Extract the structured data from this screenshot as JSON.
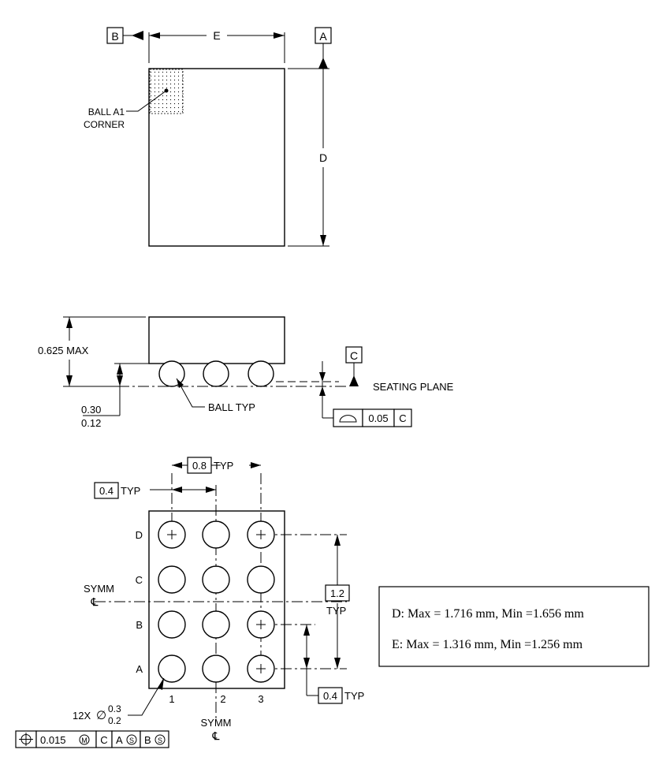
{
  "datums": {
    "b": "B",
    "a": "A",
    "c": "C"
  },
  "dims": {
    "e": "E",
    "d": "D",
    "height_max": "0.625 MAX",
    "standoff_max": "0.30",
    "standoff_min": "0.12",
    "pitch_x": "0.8",
    "pitch_x_half": "0.4",
    "pitch_y": "1.2",
    "pitch_y_half": "0.4",
    "typ": "TYP"
  },
  "labels": {
    "ball_a1_line1": "BALL A1",
    "ball_a1_line2": "CORNER",
    "ball_typ": "BALL TYP",
    "seating_plane": "SEATING PLANE",
    "symm": "SYMM",
    "centerline_symbol": "℄",
    "ball_count": "12X",
    "diameter_symbol": "∅",
    "ball_dia_max": "0.3",
    "ball_dia_min": "0.2"
  },
  "rows": [
    "D",
    "C",
    "B",
    "A"
  ],
  "cols": [
    "1",
    "2",
    "3"
  ],
  "coplanarity_frame": {
    "value": "0.05",
    "datum": "C"
  },
  "position_frame": {
    "value": "0.015",
    "datum1": "C",
    "datum2": "A",
    "datum3": "B",
    "modifier": "M",
    "mod_s": "S"
  },
  "spec_box": {
    "line1": "D: Max = 1.716 mm, Min =1.656 mm",
    "line2": "E: Max = 1.316 mm, Min =1.256 mm"
  }
}
